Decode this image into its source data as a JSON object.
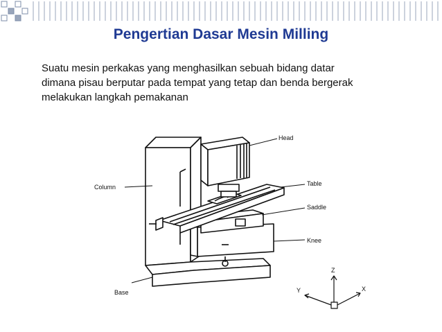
{
  "slide": {
    "title": "Pengertian Dasar Mesin Milling",
    "description_lines": [
      "Suatu mesin perkakas yang menghasilkan sebuah bidang datar",
      "dimana pisau berputar pada tempat yang tetap dan benda bergerak",
      "melakukan langkah pemakanan"
    ]
  },
  "diagram": {
    "labels": {
      "head": "Head",
      "column": "Column",
      "table": "Table",
      "saddle": "Saddle",
      "knee": "Knee",
      "base": "Base"
    },
    "axes": {
      "z": "Z",
      "y": "Y",
      "x": "X"
    }
  },
  "colors": {
    "title": "#1f3a93",
    "accent_squares": "#6b7f9e"
  }
}
